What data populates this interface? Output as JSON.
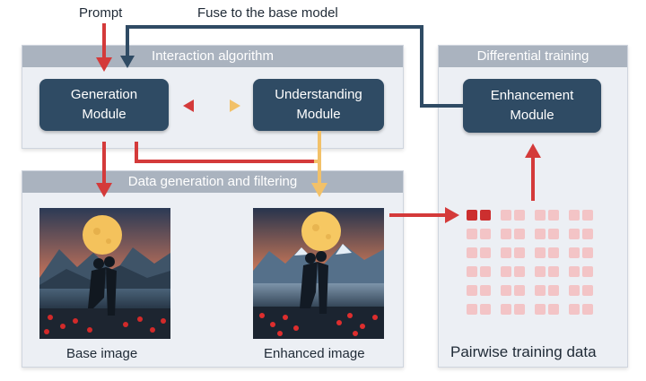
{
  "top_labels": {
    "prompt": "Prompt",
    "fuse": "Fuse to the base model"
  },
  "panels": {
    "interaction": {
      "title": "Interaction algorithm"
    },
    "data_gen": {
      "title": "Data generation and filtering"
    },
    "differential": {
      "title": "Differential training"
    }
  },
  "modules": {
    "generation": {
      "line1": "Generation",
      "line2": "Module"
    },
    "understanding": {
      "line1": "Understanding",
      "line2": "Module"
    },
    "enhancement": {
      "line1": "Enhancement",
      "line2": "Module"
    }
  },
  "images": {
    "base_caption": "Base image",
    "enhanced_caption": "Enhanced image"
  },
  "pairwise": {
    "caption": "Pairwise training data"
  },
  "colors": {
    "panel_head": "#aab3bf",
    "module": "#2f4b64",
    "red_arrow": "#d43a3a",
    "yellow_arrow": "#f2c169",
    "navy_line": "#2f4b64"
  }
}
